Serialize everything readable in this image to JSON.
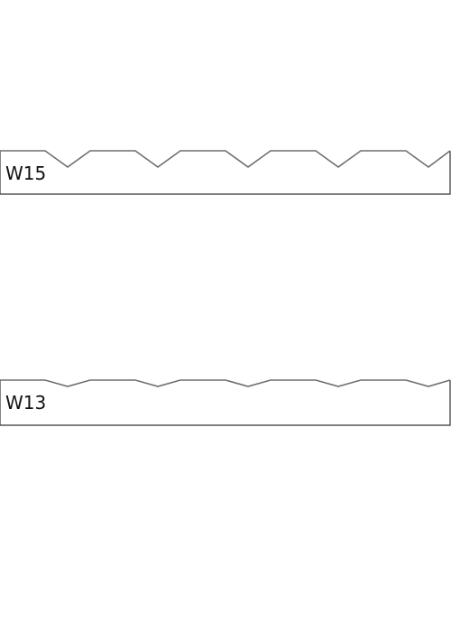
{
  "profiles": [
    {
      "label": "W15",
      "groove_depth_label": "15"
    },
    {
      "label": "W13",
      "groove_depth_label": "13"
    }
  ],
  "colors": {
    "background": "#ffffff",
    "body_outline": "#333333",
    "profile_edge": "#6e6e6e",
    "label_text": "#111111"
  }
}
